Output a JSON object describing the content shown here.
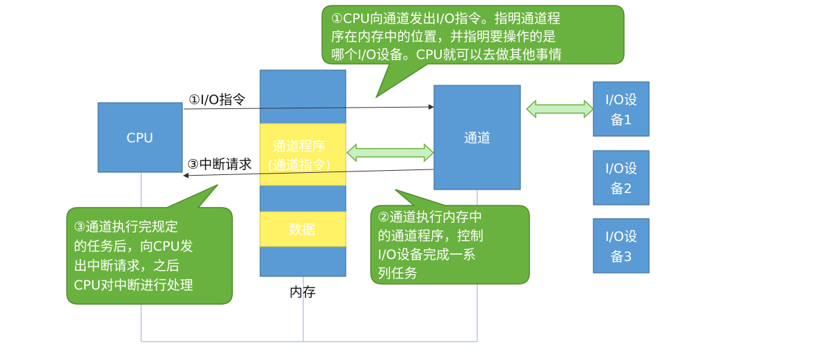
{
  "cpu": {
    "label": "CPU"
  },
  "memory": {
    "label": "内存",
    "channel_program": [
      "通道程序",
      "(通道指令)"
    ],
    "data": "数据"
  },
  "channel": {
    "label": "通道"
  },
  "devices": [
    {
      "lines": [
        "I/O设",
        "备1"
      ]
    },
    {
      "lines": [
        "I/O设",
        "备2"
      ]
    },
    {
      "lines": [
        "I/O设",
        "备3"
      ]
    }
  ],
  "arrows": {
    "io_instruction": "①I/O指令",
    "interrupt_request": "③中断请求"
  },
  "callouts": {
    "step1": [
      "①CPU向通道发出I/O指令。指明通道程",
      "序在内存中的位置，并指明要操作的是",
      "哪个I/O设备。CPU就可以去做其他事情"
    ],
    "step2": [
      "②通道执行内存中",
      "的通道程序，控制",
      "I/O设备完成一系",
      "列任务"
    ],
    "step3": [
      "③通道执行完规定",
      "的任务后，向CPU发",
      "出中断请求，之后",
      "CPU对中断进行处理"
    ]
  },
  "colors": {
    "box_blue": "#5b9bd5",
    "yellow": "#fff266",
    "callout_green": "#6ab23f",
    "bus": "#b4c7e7"
  }
}
